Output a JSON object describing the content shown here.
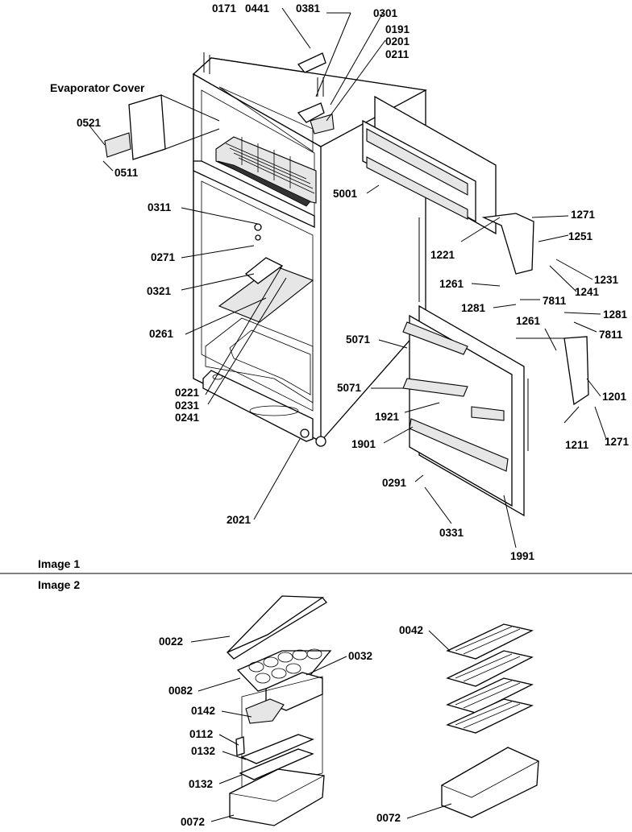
{
  "image1": {
    "caption": "Image 1",
    "evaporator_cover_label": "Evaporator Cover",
    "part_labels": {
      "p0171": "0171",
      "p0441": "0441",
      "p0381": "0381",
      "p0301": "0301",
      "p0191": "0191",
      "p0201": "0201",
      "p0211": "0211",
      "p0521": "0521",
      "p0511": "0511",
      "p0311": "0311",
      "p0271": "0271",
      "p0321": "0321",
      "p0261": "0261",
      "p0221": "0221",
      "p0231": "0231",
      "p0241": "0241",
      "p2021": "2021",
      "p5001": "5001",
      "p1271a": "1271",
      "p1251": "1251",
      "p1221": "1221",
      "p1231": "1231",
      "p1241": "1241",
      "p1261a": "1261",
      "p1281a": "1281",
      "p7811a": "7811",
      "p1281b": "1281",
      "p1261b": "1261",
      "p7811b": "7811",
      "p5071a": "5071",
      "p5071b": "5071",
      "p1921": "1921",
      "p1201": "1201",
      "p1901": "1901",
      "p1211": "1211",
      "p1271b": "1271",
      "p0291": "0291",
      "p0331": "0331",
      "p1991": "1991"
    }
  },
  "image2": {
    "caption": "Image 2",
    "part_labels": {
      "p0022": "0022",
      "p0032": "0032",
      "p0082": "0082",
      "p0142": "0142",
      "p0112": "0112",
      "p0132a": "0132",
      "p0132b": "0132",
      "p0072a": "0072",
      "p0042": "0042",
      "p0072b": "0072"
    }
  }
}
